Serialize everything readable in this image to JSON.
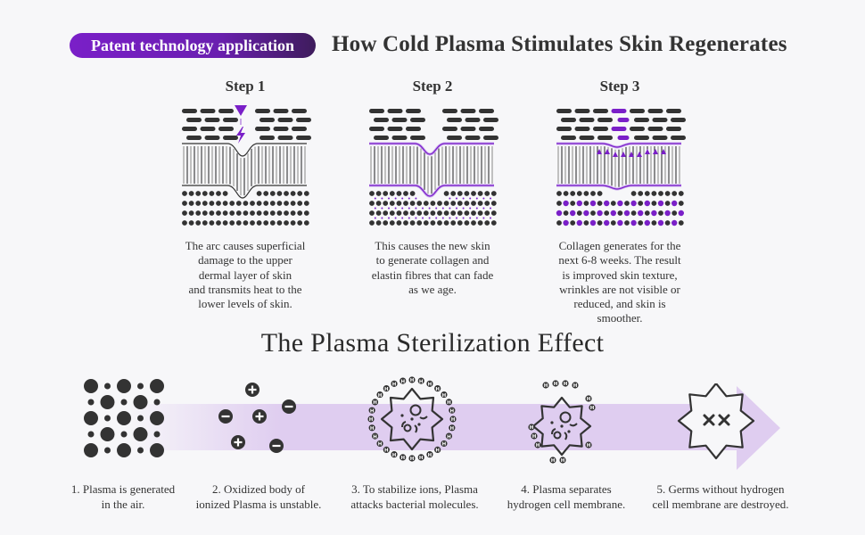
{
  "badge": "Patent technology application",
  "title": "How Cold Plasma Stimulates Skin Regenerates",
  "steps": [
    {
      "heading": "Step 1",
      "lines": [
        "The arc causes superficial",
        "damage to the upper",
        "dermal layer of skin",
        "and transmits heat to the",
        "lower levels of skin."
      ]
    },
    {
      "heading": "Step 2",
      "lines": [
        "This causes the new skin",
        "to generate collagen and",
        "elastin fibres that can fade",
        "as we age."
      ]
    },
    {
      "heading": "Step 3",
      "lines": [
        "Collagen generates for the",
        "next 6-8 weeks. The result",
        "is improved skin texture,",
        "wrinkles are not visible or",
        "reduced, and skin is",
        "smoother."
      ]
    }
  ],
  "sterilization": {
    "title": "The Plasma Sterilization Effect",
    "stages": [
      {
        "icon": "plasma-particles-icon",
        "lines": [
          "1. Plasma is generated",
          "in the air."
        ]
      },
      {
        "icon": "ions-icon",
        "lines": [
          "2. Oxidized body of",
          "ionized Plasma is unstable."
        ]
      },
      {
        "icon": "bacteria-surrounded-icon",
        "lines": [
          "3. To stabilize ions, Plasma",
          "attacks bacterial molecules."
        ]
      },
      {
        "icon": "bacteria-membrane-separated-icon",
        "lines": [
          "4. Plasma separates",
          "hydrogen cell membrane."
        ]
      },
      {
        "icon": "destroyed-germ-icon",
        "lines": [
          "5. Germs without hydrogen",
          "cell membrane are destroyed."
        ]
      }
    ],
    "ion_symbols": {
      "plus": "+",
      "minus": "−",
      "hydrogen": "H"
    }
  },
  "colors": {
    "accent": "#7a1fc8",
    "accent_dark": "#3e1c5c",
    "band": "#dfcdf0",
    "ink": "#333333"
  }
}
